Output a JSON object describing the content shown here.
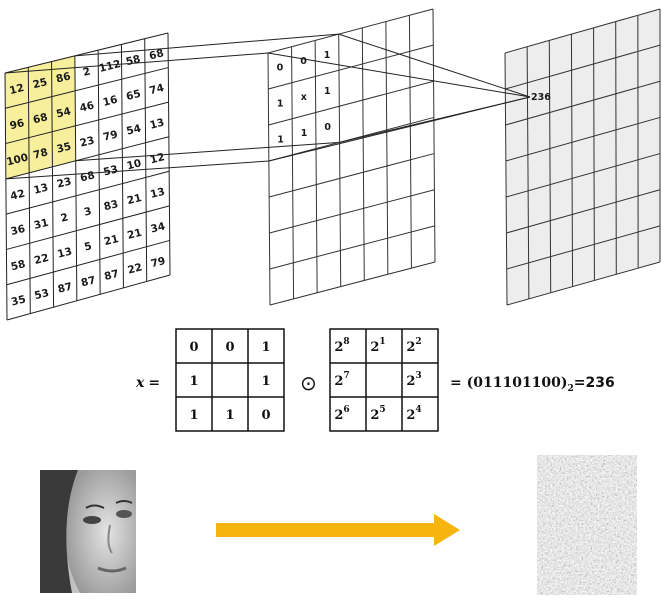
{
  "input_grid": {
    "values": [
      [
        "12",
        "25",
        "86",
        "2",
        "112",
        "58",
        "68"
      ],
      [
        "96",
        "68",
        "54",
        "46",
        "16",
        "65",
        "74"
      ],
      [
        "100",
        "78",
        "35",
        "23",
        "79",
        "54",
        "13"
      ],
      [
        "42",
        "13",
        "23",
        "68",
        "53",
        "10",
        "12"
      ],
      [
        "36",
        "31",
        "2",
        "3",
        "83",
        "21",
        "13"
      ],
      [
        "58",
        "22",
        "13",
        "5",
        "21",
        "21",
        "34"
      ],
      [
        "35",
        "53",
        "87",
        "87",
        "87",
        "22",
        "79"
      ]
    ],
    "highlight_color": "#f7ef9c"
  },
  "binary_grid": {
    "values": [
      [
        "0",
        "0",
        "1"
      ],
      [
        "1",
        "x",
        "1"
      ],
      [
        "1",
        "1",
        "0"
      ]
    ]
  },
  "output_grid": {
    "value": "236"
  },
  "equation": {
    "lhs": "x =",
    "binary_matrix": [
      [
        "0",
        "0",
        "1"
      ],
      [
        "1",
        "",
        "1"
      ],
      [
        "1",
        "1",
        "0"
      ]
    ],
    "operator": "⊙",
    "weights": [
      [
        {
          "b": "2",
          "e": "8"
        },
        {
          "b": "2",
          "e": "1"
        },
        {
          "b": "2",
          "e": "2"
        }
      ],
      [
        {
          "b": "2",
          "e": "7"
        },
        {
          "b": "",
          "e": ""
        },
        {
          "b": "2",
          "e": "3"
        }
      ],
      [
        {
          "b": "2",
          "e": "6"
        },
        {
          "b": "2",
          "e": "5"
        },
        {
          "b": "2",
          "e": "4"
        }
      ]
    ],
    "result_prefix": "= (",
    "result_bits": "011101100",
    "result_close": ")",
    "result_base": "2",
    "result_value": "=236"
  },
  "arrow_color": "#f5b50e",
  "images": {
    "input_label": "face-photo",
    "output_label": "lbp-texture-image"
  }
}
